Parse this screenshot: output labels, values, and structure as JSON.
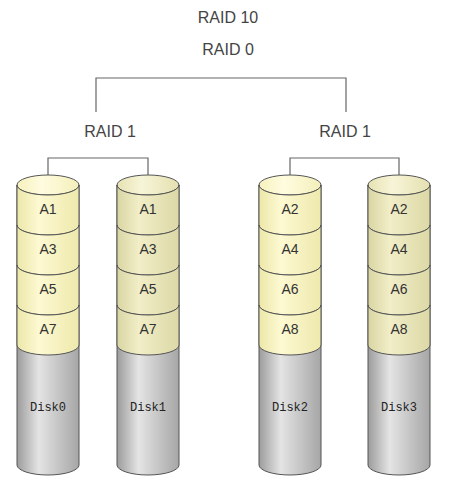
{
  "diagram": {
    "nodes": [
      {
        "text": [
          "Disk0"
        ]
      },
      {
        "text": [
          "A1"
        ],
        "in": 0
      },
      {
        "text": [
          "A3"
        ],
        "in": 0
      },
      {
        "text": [
          "A5"
        ],
        "in": 0
      },
      {
        "text": [
          "A7"
        ],
        "in": 0
      },
      {
        "text": [
          "Disk1"
        ]
      },
      {
        "text": [
          "A1"
        ],
        "in": 5
      },
      {
        "text": [
          "A3"
        ],
        "in": 5
      },
      {
        "text": [
          "A5"
        ],
        "in": 5
      },
      {
        "text": [
          "A7"
        ],
        "in": 5
      },
      {
        "text": [
          "Disk2"
        ]
      },
      {
        "text": [
          "A2"
        ],
        "in": 10
      },
      {
        "text": [
          "A4"
        ],
        "in": 10
      },
      {
        "text": [
          "A6"
        ],
        "in": 10
      },
      {
        "text": [
          "A8"
        ],
        "in": 10
      },
      {
        "text": [
          "Disk3"
        ]
      },
      {
        "text": [
          "A2"
        ],
        "in": 15
      },
      {
        "text": [
          "A4"
        ],
        "in": 15
      },
      {
        "text": [
          "A6"
        ],
        "in": 15
      },
      {
        "text": [
          "A8"
        ],
        "in": 15
      }
    ],
    "labels": [
      "RAID 10",
      "RAID 0",
      "RAID 1",
      "RAID 1"
    ]
  }
}
